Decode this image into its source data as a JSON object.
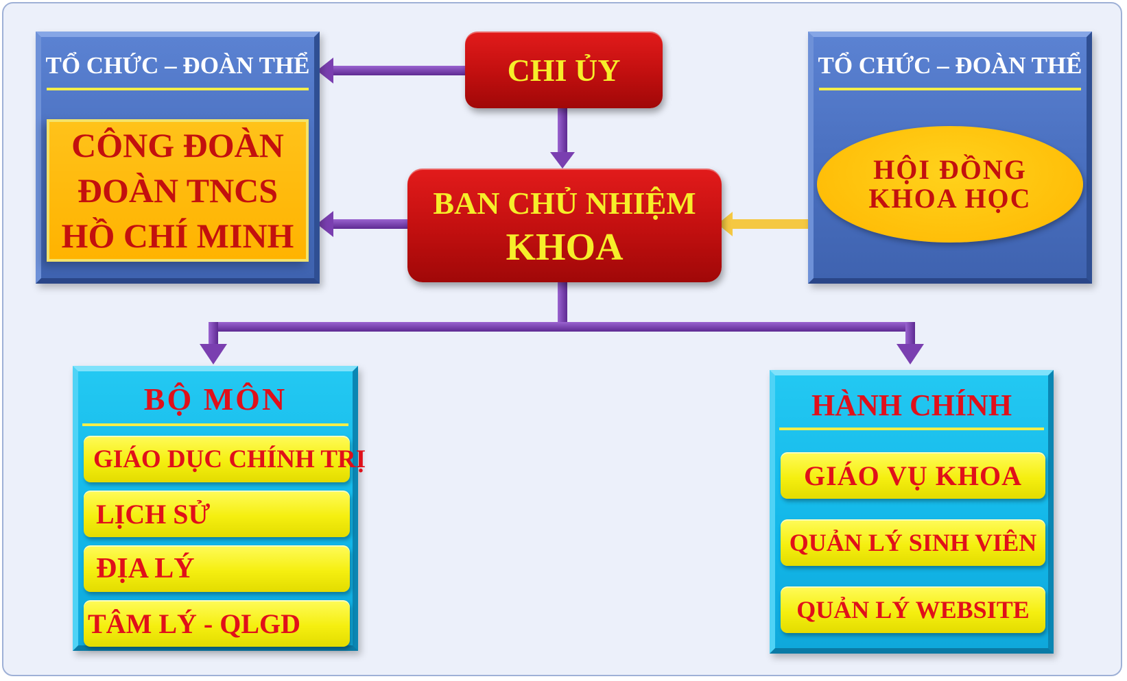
{
  "top_left_panel": {
    "title": "TỔ CHỨC – ĐOÀN THỂ",
    "lines": [
      "CÔNG ĐOÀN",
      "ĐOÀN TNCS",
      "HỒ CHÍ MINH"
    ]
  },
  "top_right_panel": {
    "title": "TỔ CHỨC – ĐOÀN THỂ",
    "lines": [
      "HỘI ĐỒNG",
      "KHOA HỌC"
    ]
  },
  "chi_uy": {
    "label": "CHI ỦY"
  },
  "ban_chu_nhiem": {
    "lines": [
      "BAN CHỦ NHIỆM",
      "KHOA"
    ]
  },
  "bo_mon": {
    "title": "BỘ MÔN",
    "items": [
      "GIÁO DỤC CHÍNH TRỊ",
      "LỊCH SỬ",
      "ĐỊA LÝ",
      "TÂM LÝ - QLGD"
    ]
  },
  "hanh_chinh": {
    "title": "HÀNH CHÍNH",
    "items": [
      "GIÁO VỤ KHOA",
      "QUẢN LÝ SINH VIÊN",
      "QUẢN LÝ WEBSITE"
    ]
  },
  "colors": {
    "connector": "#7a3fb0",
    "connector_gold": "#f5c842",
    "red_box": "#c10f0f",
    "red_text": "#e0101a",
    "yellow_text": "#f6ee2a"
  }
}
